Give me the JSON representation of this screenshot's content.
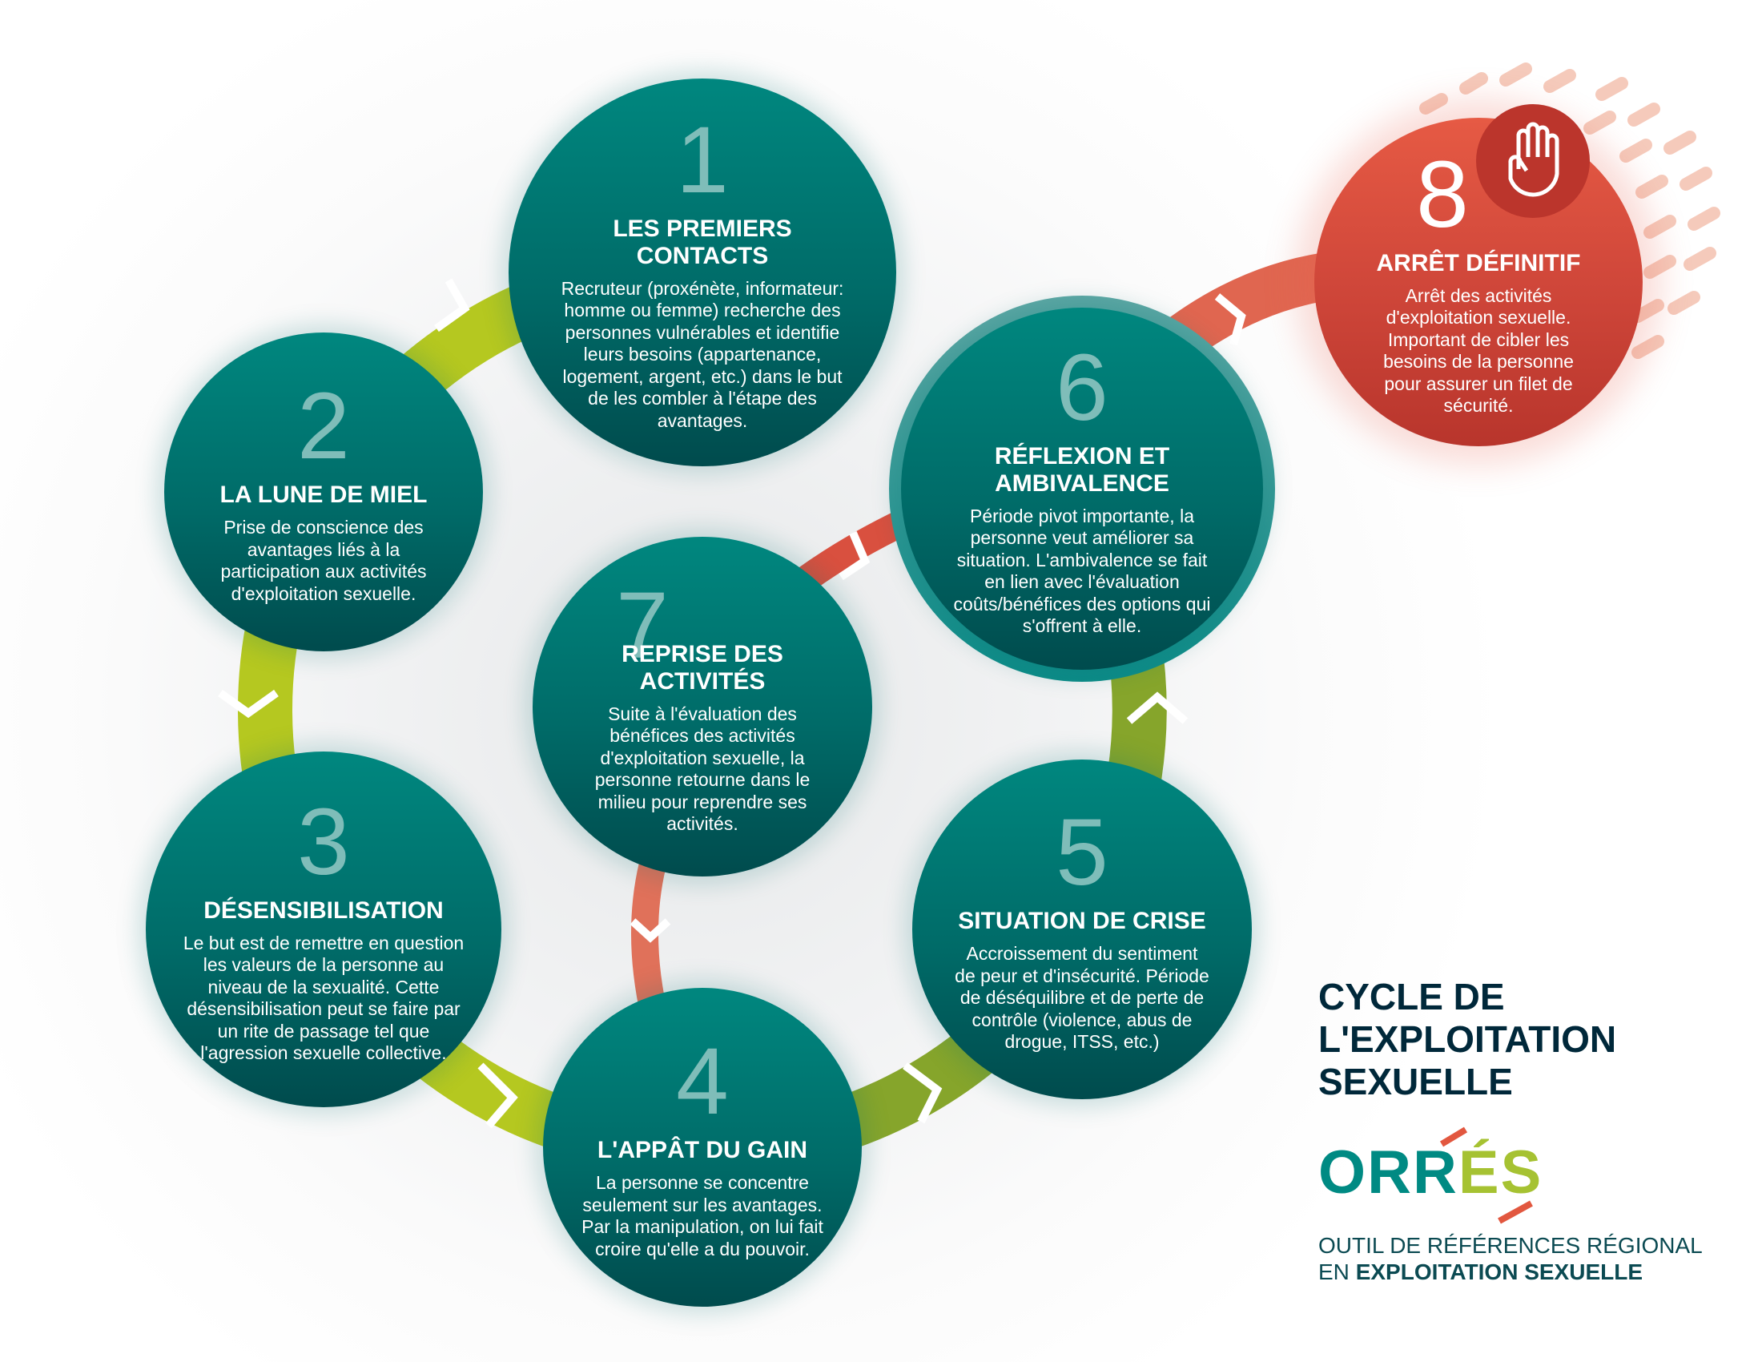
{
  "title": [
    "CYCLE DE",
    "L'EXPLOITATION",
    "SEXUELLE"
  ],
  "logo": {
    "text_teal": "ORR",
    "text_green": "ÉS",
    "tagline_line1": "OUTIL DE RÉFÉRENCES RÉGIONAL",
    "tagline_prefix": "EN",
    "tagline_bold": "EXPLOITATION SEXUELLE"
  },
  "steps": [
    {
      "number": "1",
      "title": "LES PREMIERS CONTACTS",
      "body": "Recruteur (proxénète, informateur: homme ou femme) recherche des personnes vulnérables et identifie leurs besoins (appartenance, logement, argent, etc.) dans le but de les combler à l'étape des avantages."
    },
    {
      "number": "2",
      "title": "LA LUNE DE MIEL",
      "body": "Prise de conscience des avantages liés à la participation aux activités d'exploitation sexuelle."
    },
    {
      "number": "3",
      "title": "DÉSENSIBILISATION",
      "body": "Le but est de remettre en question les valeurs de la personne au niveau de la sexualité. Cette désensibilisation peut se faire par un rite de passage tel que l'agression sexuelle collective."
    },
    {
      "number": "4",
      "title": "L'APPÂT DU GAIN",
      "body": "La personne se concentre seulement sur les avantages. Par la manipulation, on lui fait croire qu'elle a du pouvoir."
    },
    {
      "number": "5",
      "title": "SITUATION DE CRISE",
      "body": "Accroissement du sentiment de peur et d'insécurité. Période de déséquilibre et de perte de contrôle (violence, abus de drogue, ITSS, etc.)"
    },
    {
      "number": "6",
      "title": "RÉFLEXION ET AMBIVALENCE",
      "body": "Période pivot importante, la personne veut améliorer sa situation. L'ambivalence se fait en lien avec l'évaluation coûts/bénéfices des options qui s'offrent à elle."
    },
    {
      "number": "7",
      "title": "REPRISE DES ACTIVITÉS",
      "body": "Suite à l'évaluation des bénéfices des activités d'exploitation sexuelle, la personne retourne dans le milieu pour reprendre ses activités."
    },
    {
      "number": "8",
      "title": "ARRÊT DÉFINITIF",
      "body": "Arrêt des activités d'exploitation sexuelle. Important de cibler les besoins de la personne pour assurer un filet de sécurité.",
      "icon": "stop-hand-icon"
    }
  ],
  "colors": {
    "teal": "#00877f",
    "green": "#b5c820",
    "olive": "#86a52b",
    "red": "#d9503f",
    "navy": "#00283a"
  }
}
